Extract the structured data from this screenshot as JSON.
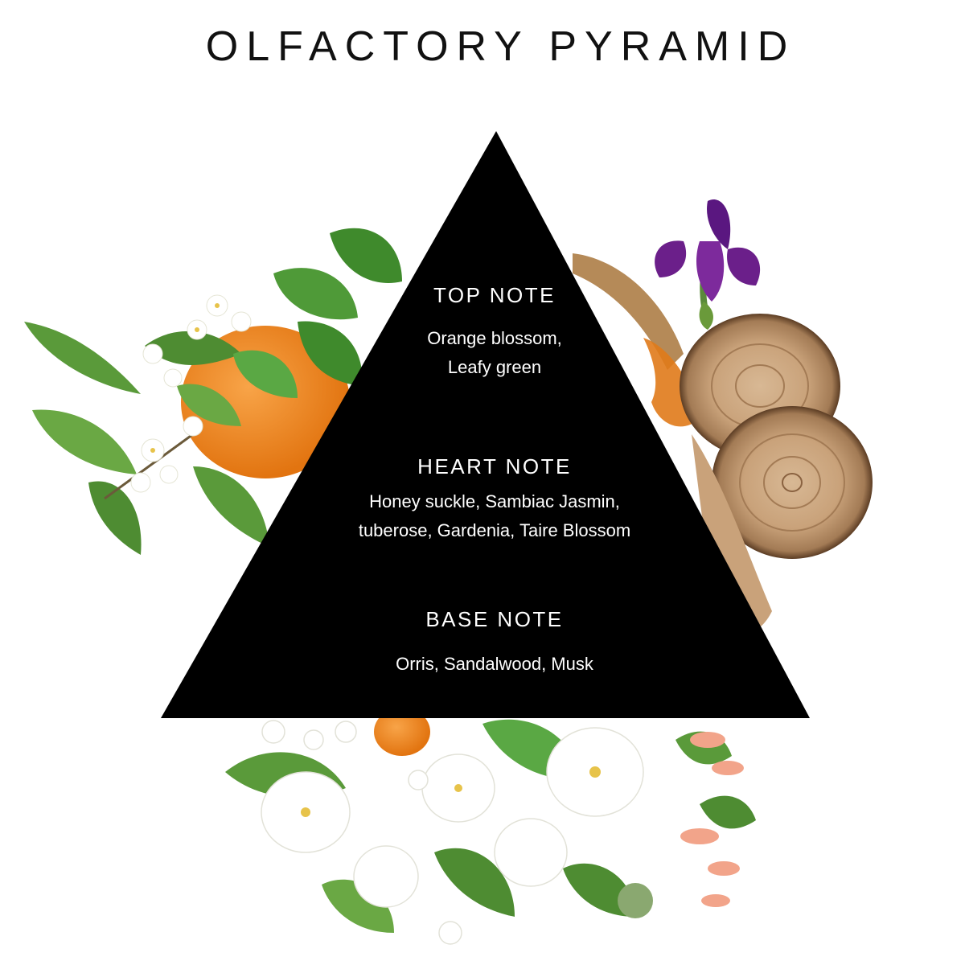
{
  "title": "OLFACTORY PYRAMID",
  "notes": [
    {
      "heading": "TOP NOTE",
      "lines": [
        "Orange blossom,",
        "Leafy green"
      ]
    },
    {
      "heading": "HEART NOTE",
      "lines": [
        "Honey suckle, Sambiac Jasmin,",
        "tuberose, Gardenia, Taire Blossom"
      ]
    },
    {
      "heading": "BASE NOTE",
      "lines": [
        "Orris, Sandalwood, Musk"
      ]
    }
  ],
  "colors": {
    "pyramid": "#000000",
    "text_on_pyramid": "#ffffff",
    "title": "#111111",
    "leaf": "#5a9a3a",
    "orange": "#f08a24",
    "iris": "#6b1f8a",
    "wood": "#c9a27a"
  },
  "illustrations": [
    "orange-blossom-branch-icon",
    "mint-leaves-icon",
    "orange-fruit-icon",
    "iris-flower-icon",
    "sandalwood-slices-icon",
    "white-flowers-cluster-icon",
    "honeysuckle-icon"
  ]
}
